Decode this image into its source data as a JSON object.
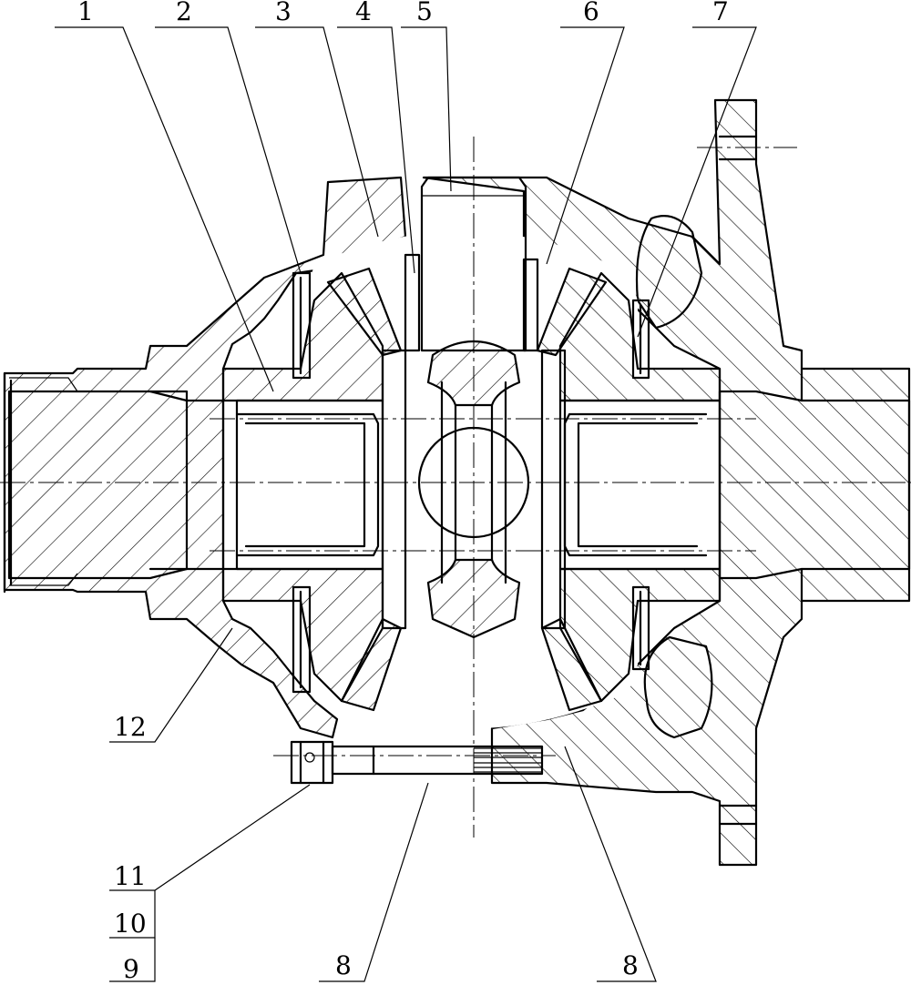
{
  "labels": {
    "l1": "1",
    "l2": "2",
    "l3": "3",
    "l4": "4",
    "l5": "5",
    "l6": "6",
    "l7": "7",
    "l8a": "8",
    "l8b": "8",
    "l9": "9",
    "l10": "10",
    "l11": "11",
    "l12": "12"
  }
}
